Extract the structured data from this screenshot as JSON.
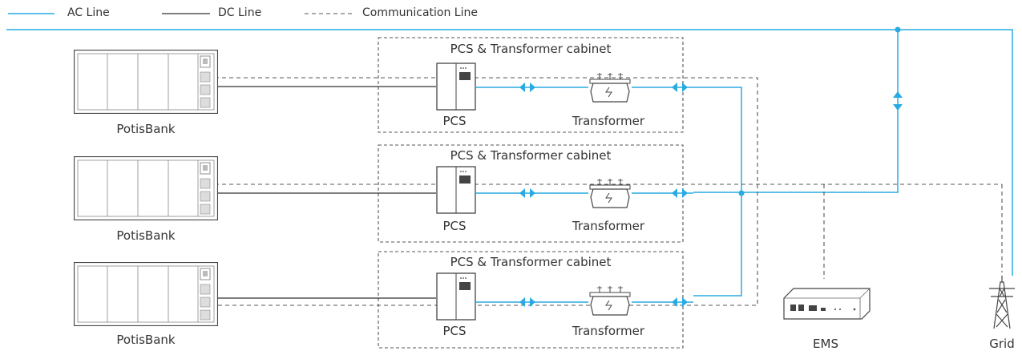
{
  "legend": {
    "ac": "AC Line",
    "dc": "DC Line",
    "com": "Communication Line"
  },
  "groups": [
    {
      "battery": "PotisBank",
      "cabinet": "PCS & Transformer cabinet",
      "pcs": "PCS",
      "transformer": "Transformer"
    },
    {
      "battery": "PotisBank",
      "cabinet": "PCS & Transformer cabinet",
      "pcs": "PCS",
      "transformer": "Transformer"
    },
    {
      "battery": "PotisBank",
      "cabinet": "PCS & Transformer cabinet",
      "pcs": "PCS",
      "transformer": "Transformer"
    }
  ],
  "ems": "EMS",
  "grid": "Grid",
  "colors": {
    "ac": "#29abe2",
    "dc": "#333333",
    "com": "#555555"
  }
}
